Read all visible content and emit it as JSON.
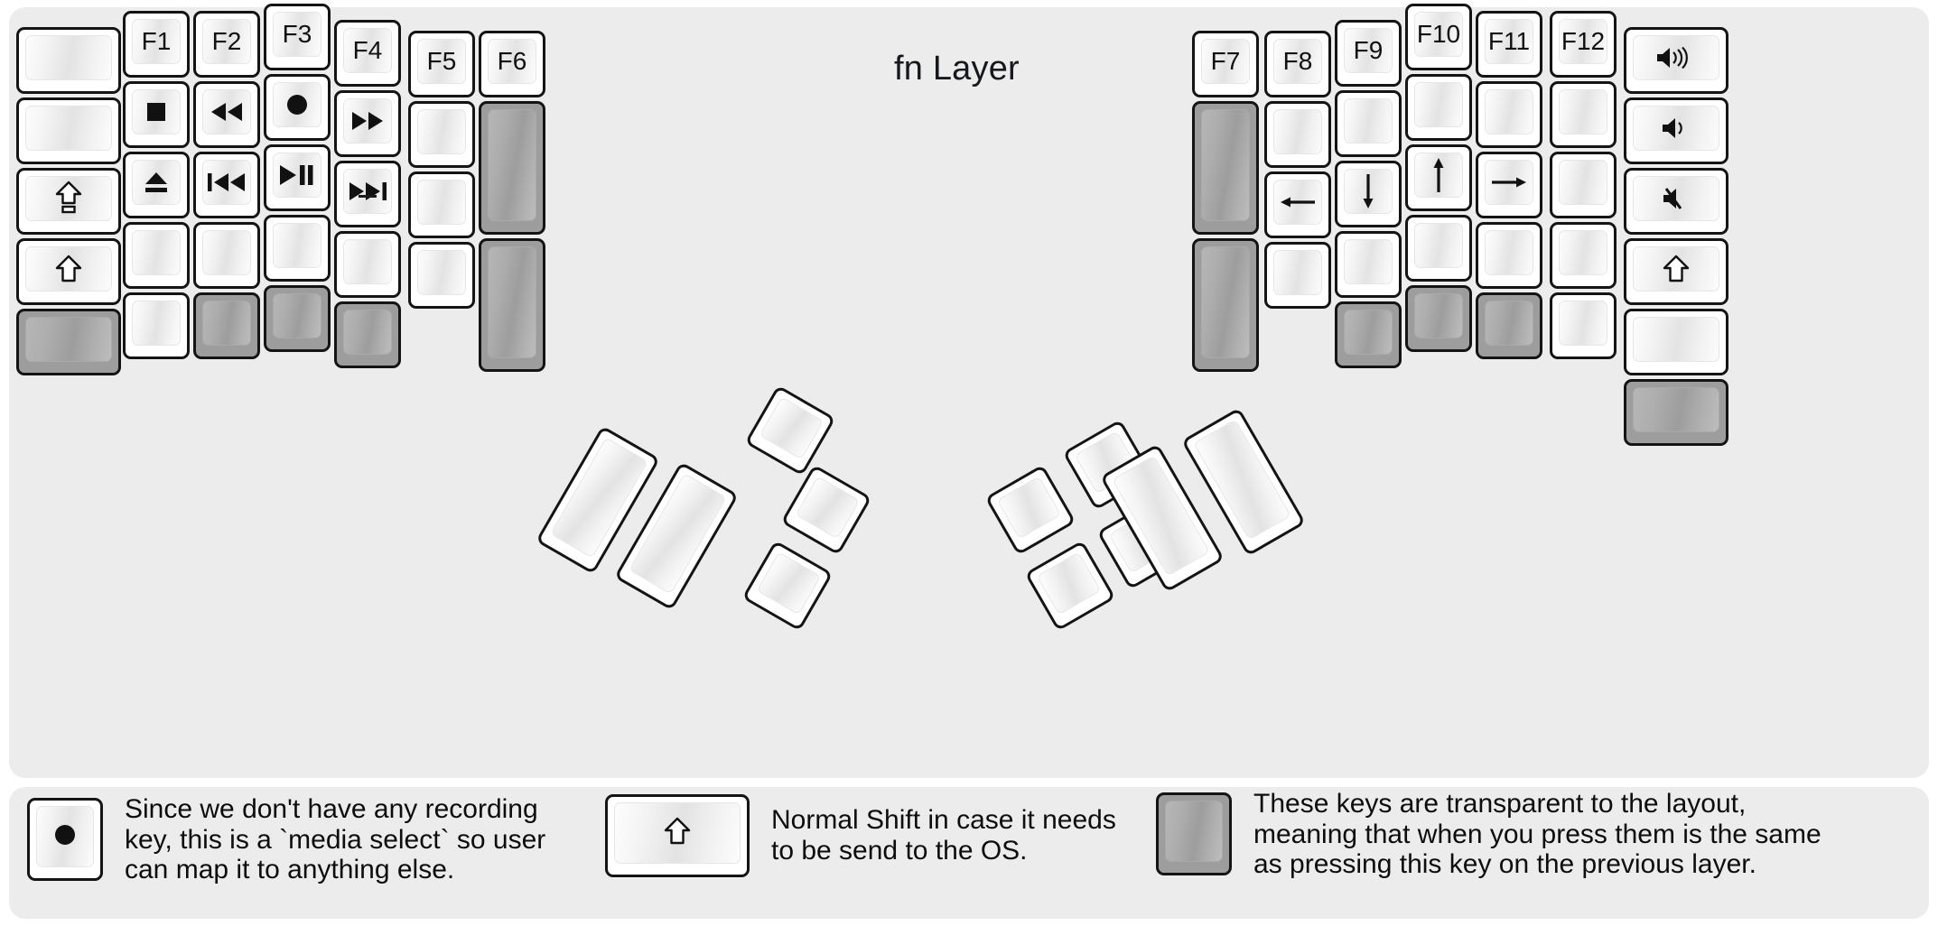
{
  "title": "fn Layer",
  "colors": {
    "panel_bg": "#ececec",
    "key_face": "#ffffff",
    "key_outline": "#141414",
    "transparent_key": "#9d9d9d",
    "text": "#111111"
  },
  "left_half": {
    "columns": [
      {
        "name": "pinky-outer",
        "keys": [
          {
            "label": "",
            "icon": "",
            "state": "normal",
            "size": "wide"
          },
          {
            "label": "",
            "icon": "",
            "state": "normal",
            "size": "wide"
          },
          {
            "label": "",
            "icon": "caps-lock-icon",
            "state": "normal",
            "size": "wide"
          },
          {
            "label": "",
            "icon": "shift-icon",
            "state": "normal",
            "size": "wide"
          },
          {
            "label": "",
            "icon": "",
            "state": "transparent",
            "size": "small"
          }
        ]
      },
      {
        "name": "pinky",
        "keys": [
          {
            "label": "F1",
            "icon": "",
            "state": "normal",
            "size": "small"
          },
          {
            "label": "",
            "icon": "media-stop-icon",
            "state": "normal",
            "size": "small"
          },
          {
            "label": "",
            "icon": "media-eject-icon",
            "state": "normal",
            "size": "small"
          },
          {
            "label": "",
            "icon": "",
            "state": "normal",
            "size": "small"
          },
          {
            "label": "",
            "icon": "",
            "state": "normal",
            "size": "small"
          }
        ]
      },
      {
        "name": "ring",
        "keys": [
          {
            "label": "F2",
            "icon": "",
            "state": "normal",
            "size": "small"
          },
          {
            "label": "",
            "icon": "media-rewind-icon",
            "state": "normal",
            "size": "small"
          },
          {
            "label": "",
            "icon": "media-previous-icon",
            "state": "normal",
            "size": "small"
          },
          {
            "label": "",
            "icon": "",
            "state": "normal",
            "size": "small"
          },
          {
            "label": "",
            "icon": "",
            "state": "transparent",
            "size": "small"
          }
        ]
      },
      {
        "name": "middle",
        "keys": [
          {
            "label": "F3",
            "icon": "",
            "state": "normal",
            "size": "small"
          },
          {
            "label": "",
            "icon": "media-record-icon",
            "state": "normal",
            "size": "small"
          },
          {
            "label": "",
            "icon": "media-play-pause-icon",
            "state": "normal",
            "size": "small"
          },
          {
            "label": "",
            "icon": "",
            "state": "normal",
            "size": "small"
          },
          {
            "label": "",
            "icon": "",
            "state": "transparent",
            "size": "small"
          }
        ]
      },
      {
        "name": "index",
        "keys": [
          {
            "label": "F4",
            "icon": "",
            "state": "normal",
            "size": "small"
          },
          {
            "label": "",
            "icon": "media-fast-forward-icon",
            "state": "normal",
            "size": "small"
          },
          {
            "label": "",
            "icon": "media-next-icon",
            "state": "normal",
            "size": "small"
          },
          {
            "label": "",
            "icon": "",
            "state": "normal",
            "size": "small"
          },
          {
            "label": "",
            "icon": "",
            "state": "transparent",
            "size": "small"
          }
        ]
      },
      {
        "name": "inner",
        "keys": [
          {
            "label": "F5",
            "icon": "",
            "state": "normal",
            "size": "small"
          },
          {
            "label": "",
            "icon": "",
            "state": "normal",
            "size": "small"
          },
          {
            "label": "",
            "icon": "",
            "state": "normal",
            "size": "small"
          },
          {
            "label": "",
            "icon": "",
            "state": "normal",
            "size": "small"
          }
        ]
      },
      {
        "name": "innermost",
        "keys": [
          {
            "label": "F6",
            "icon": "",
            "state": "normal",
            "size": "small"
          },
          {
            "label": "",
            "icon": "",
            "state": "transparent",
            "size": "tall"
          },
          {
            "label": "",
            "icon": "",
            "state": "transparent",
            "size": "tall"
          }
        ]
      }
    ],
    "thumb_cluster": [
      {
        "label": "",
        "icon": "",
        "state": "normal",
        "size": "tall"
      },
      {
        "label": "",
        "icon": "",
        "state": "normal",
        "size": "tall"
      },
      {
        "label": "",
        "icon": "",
        "state": "normal",
        "size": "small"
      },
      {
        "label": "",
        "icon": "",
        "state": "normal",
        "size": "small"
      },
      {
        "label": "",
        "icon": "",
        "state": "normal",
        "size": "small"
      }
    ]
  },
  "right_half": {
    "columns": [
      {
        "name": "innermost",
        "keys": [
          {
            "label": "F7",
            "icon": "",
            "state": "normal",
            "size": "small"
          },
          {
            "label": "",
            "icon": "",
            "state": "transparent",
            "size": "tall"
          },
          {
            "label": "",
            "icon": "",
            "state": "transparent",
            "size": "tall"
          }
        ]
      },
      {
        "name": "inner",
        "keys": [
          {
            "label": "F8",
            "icon": "",
            "state": "normal",
            "size": "small"
          },
          {
            "label": "",
            "icon": "",
            "state": "normal",
            "size": "small"
          },
          {
            "label": "",
            "icon": "arrow-left-icon",
            "state": "normal",
            "size": "small"
          },
          {
            "label": "",
            "icon": "",
            "state": "normal",
            "size": "small"
          }
        ]
      },
      {
        "name": "index",
        "keys": [
          {
            "label": "F9",
            "icon": "",
            "state": "normal",
            "size": "small"
          },
          {
            "label": "",
            "icon": "",
            "state": "normal",
            "size": "small"
          },
          {
            "label": "",
            "icon": "arrow-down-icon",
            "state": "normal",
            "size": "small"
          },
          {
            "label": "",
            "icon": "",
            "state": "normal",
            "size": "small"
          },
          {
            "label": "",
            "icon": "",
            "state": "transparent",
            "size": "small"
          }
        ]
      },
      {
        "name": "middle",
        "keys": [
          {
            "label": "F10",
            "icon": "",
            "state": "normal",
            "size": "small"
          },
          {
            "label": "",
            "icon": "",
            "state": "normal",
            "size": "small"
          },
          {
            "label": "",
            "icon": "arrow-up-icon",
            "state": "normal",
            "size": "small"
          },
          {
            "label": "",
            "icon": "",
            "state": "normal",
            "size": "small"
          },
          {
            "label": "",
            "icon": "",
            "state": "transparent",
            "size": "small"
          }
        ]
      },
      {
        "name": "ring",
        "keys": [
          {
            "label": "F11",
            "icon": "",
            "state": "normal",
            "size": "small"
          },
          {
            "label": "",
            "icon": "",
            "state": "normal",
            "size": "small"
          },
          {
            "label": "",
            "icon": "arrow-right-icon",
            "state": "normal",
            "size": "small"
          },
          {
            "label": "",
            "icon": "",
            "state": "normal",
            "size": "small"
          },
          {
            "label": "",
            "icon": "",
            "state": "transparent",
            "size": "small"
          }
        ]
      },
      {
        "name": "pinky",
        "keys": [
          {
            "label": "F12",
            "icon": "",
            "state": "normal",
            "size": "small"
          },
          {
            "label": "",
            "icon": "",
            "state": "normal",
            "size": "small"
          },
          {
            "label": "",
            "icon": "",
            "state": "normal",
            "size": "small"
          },
          {
            "label": "",
            "icon": "",
            "state": "normal",
            "size": "small"
          },
          {
            "label": "",
            "icon": "",
            "state": "normal",
            "size": "small"
          }
        ]
      },
      {
        "name": "pinky-outer",
        "keys": [
          {
            "label": "",
            "icon": "volume-up-icon",
            "state": "normal",
            "size": "wide"
          },
          {
            "label": "",
            "icon": "volume-down-icon",
            "state": "normal",
            "size": "wide"
          },
          {
            "label": "",
            "icon": "volume-mute-icon",
            "state": "normal",
            "size": "wide"
          },
          {
            "label": "",
            "icon": "shift-icon",
            "state": "normal",
            "size": "wide"
          },
          {
            "label": "",
            "icon": "",
            "state": "normal",
            "size": "small"
          },
          {
            "label": "",
            "icon": "",
            "state": "transparent",
            "size": "small"
          }
        ]
      }
    ],
    "thumb_cluster": [
      {
        "label": "",
        "icon": "",
        "state": "normal",
        "size": "small"
      },
      {
        "label": "",
        "icon": "",
        "state": "normal",
        "size": "small"
      },
      {
        "label": "",
        "icon": "",
        "state": "normal",
        "size": "small"
      },
      {
        "label": "",
        "icon": "",
        "state": "normal",
        "size": "small"
      },
      {
        "label": "",
        "icon": "",
        "state": "normal",
        "size": "tall"
      },
      {
        "label": "",
        "icon": "",
        "state": "normal",
        "size": "tall"
      }
    ]
  },
  "legend": [
    {
      "icon": "media-record-icon",
      "key_state": "normal",
      "text": "Since we don't have any recording\nkey, this is a `media select` so user\ncan map it to anything else."
    },
    {
      "icon": "shift-icon",
      "key_state": "normal",
      "text": "Normal Shift in case it needs\nto be send to the OS."
    },
    {
      "icon": "",
      "key_state": "transparent",
      "text": "These keys are transparent to the layout,\nmeaning that when you press them is the same\nas pressing this key on the previous layer."
    }
  ]
}
